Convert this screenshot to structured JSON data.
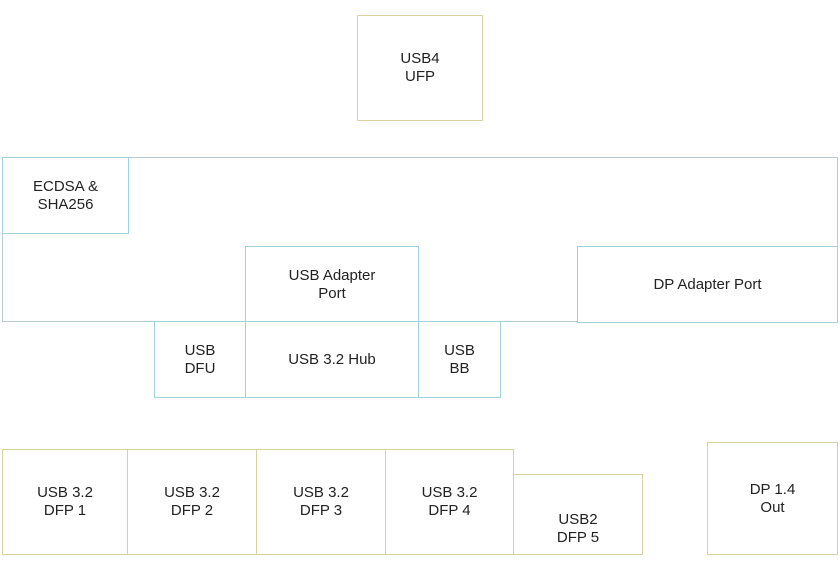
{
  "colors": {
    "usb4_border": "#d8d29e",
    "port_border": "#a3d2df",
    "frame_border": "#b5ccd6",
    "text": "#222222"
  },
  "diagram": {
    "usb4_ufp": "USB4\nUFP",
    "ecdsa_sha": "ECDSA &\nSHA256",
    "usb_adapter_port": "USB Adapter\nPort",
    "dp_adapter_port": "DP Adapter Port",
    "usb_dfu": "USB\nDFU",
    "usb_hub": "USB 3.2 Hub",
    "usb_bb": "USB\nBB",
    "dfp1": "USB 3.2\nDFP 1",
    "dfp2": "USB 3.2\nDFP 2",
    "dfp3": "USB 3.2\nDFP 3",
    "dfp4": "USB 3.2\nDFP 4",
    "dfp5": "USB2\nDFP 5",
    "dp_out": "DP 1.4\nOut"
  }
}
